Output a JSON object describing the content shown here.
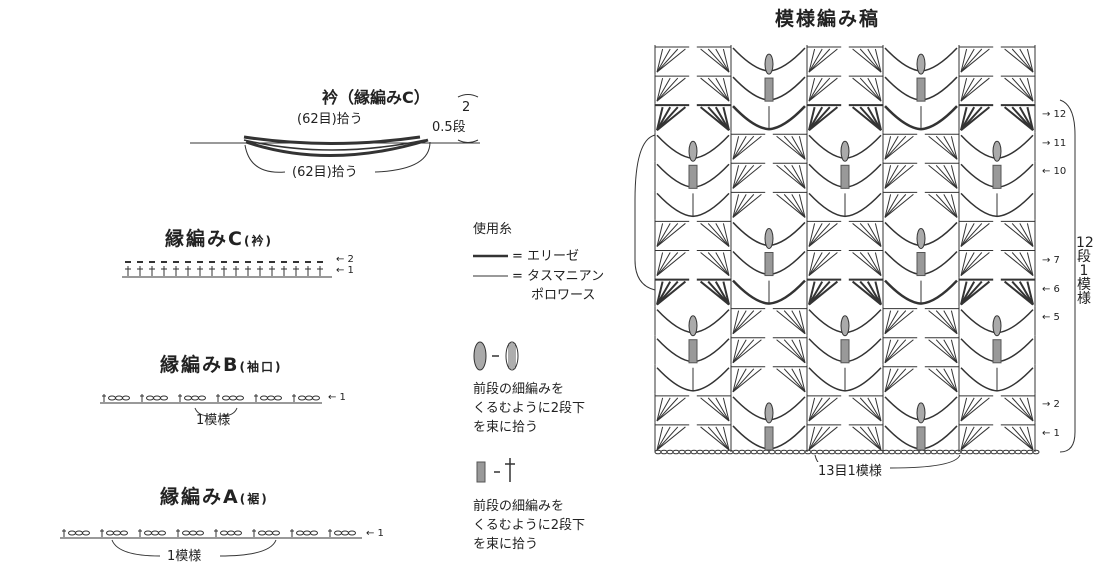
{
  "main_title": "模様編み稿",
  "collar": {
    "title": "衿（縁編みC）",
    "pick_top": "(62目)拾う",
    "pick_bottom": "(62目)拾う",
    "rows": "2",
    "height": "0.5段"
  },
  "edge_c": {
    "title": "縁編みC",
    "sub": "(衿)",
    "row_labels": [
      "← 2",
      "← 1"
    ]
  },
  "edge_b": {
    "title": "縁編みB",
    "sub": "(袖口)",
    "row_label": "← 1",
    "repeat": "1模様"
  },
  "edge_a": {
    "title": "縁編みA",
    "sub": "(裾)",
    "row_label": "← 1",
    "repeat": "1模様"
  },
  "legend": {
    "title": "使用糸",
    "yarn1": "= エリーゼ",
    "yarn2a": "= タスマニアン",
    "yarn2b": "ポロワース",
    "note1": [
      "前段の細編みを",
      "くるむように2段下",
      "を束に拾う"
    ],
    "note2": [
      "前段の細編みを",
      "くるむように2段下",
      "を束に拾う"
    ]
  },
  "chart": {
    "row_labels": [
      {
        "n": "12",
        "dir": "→"
      },
      {
        "n": "11",
        "dir": "→"
      },
      {
        "n": "10",
        "dir": "←"
      },
      {
        "n": "7",
        "dir": "→"
      },
      {
        "n": "6",
        "dir": "←"
      },
      {
        "n": "5",
        "dir": "←"
      },
      {
        "n": "2",
        "dir": "→"
      },
      {
        "n": "1",
        "dir": "←"
      }
    ],
    "repeat_rows": [
      "12",
      "段",
      "1",
      "模",
      "様"
    ],
    "repeat_stitches": "13目1模様",
    "rows": 14,
    "columns": 5
  }
}
